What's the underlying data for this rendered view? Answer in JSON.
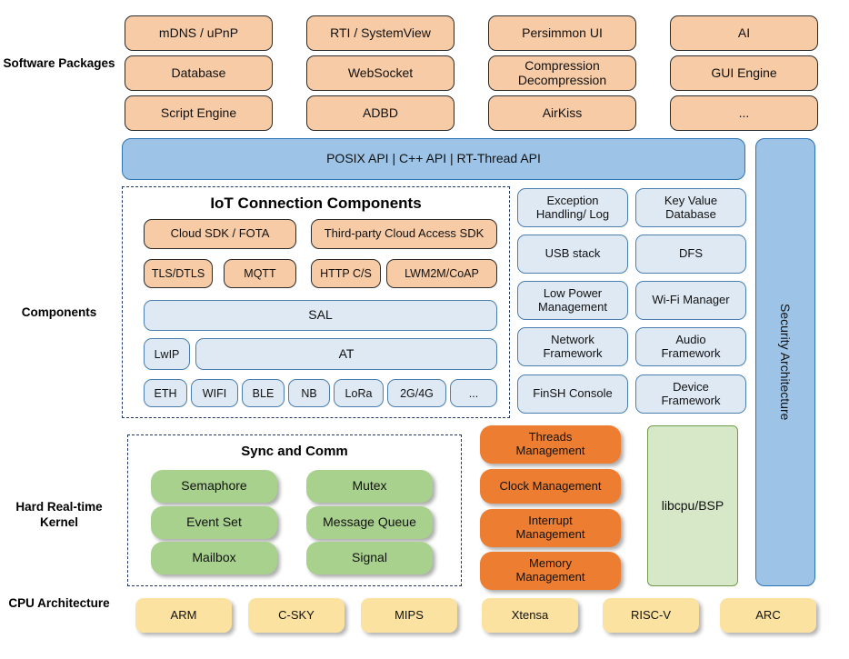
{
  "rows": {
    "software_packages": "Software\nPackages",
    "components": "Components",
    "kernel": "Hard Real-time\nKernel",
    "cpu": "CPU\nArchitecture"
  },
  "software_packages": {
    "columns": [
      [
        "mDNS / uPnP",
        "Database",
        "Script Engine"
      ],
      [
        "RTI / SystemView",
        "WebSocket",
        "ADBD"
      ],
      [
        "Persimmon UI",
        "Compression\nDecompression",
        "AirKiss"
      ],
      [
        "AI",
        "GUI Engine",
        "..."
      ]
    ]
  },
  "api_bar": {
    "label": "POSIX API  |  C++ API  |  RT-Thread API"
  },
  "security": {
    "label": "Security Architecture"
  },
  "iot": {
    "title": "IoT Connection Components",
    "cloud_row": [
      "Cloud SDK / FOTA",
      "Third-party Cloud Access SDK"
    ],
    "protocol_row": [
      "TLS/DTLS",
      "MQTT",
      "HTTP C/S",
      "LWM2M/CoAP"
    ],
    "sal": "SAL",
    "lwip": "LwIP",
    "at": "AT",
    "links": [
      "ETH",
      "WIFI",
      "BLE",
      "NB",
      "LoRa",
      "2G/4G",
      "..."
    ]
  },
  "components_right": {
    "left_col": [
      "Exception\nHandling/ Log",
      "USB stack",
      "Low Power\nManagement",
      "Network\nFramework",
      "FinSH Console"
    ],
    "right_col": [
      "Key Value\nDatabase",
      "DFS",
      "Wi-Fi Manager",
      "Audio\nFramework",
      "Device\nFramework"
    ]
  },
  "kernel": {
    "sync_title": "Sync and Comm",
    "sync_left": [
      "Semaphore",
      "Event Set",
      "Mailbox"
    ],
    "sync_right": [
      "Mutex",
      "Message Queue",
      "Signal"
    ],
    "management": [
      "Threads\nManagement",
      "Clock Management",
      "Interrupt\nManagement",
      "Memory\nManagement"
    ],
    "libcpu": "libcpu/BSP"
  },
  "cpu_architecture": {
    "items": [
      "ARM",
      "C-SKY",
      "MIPS",
      "Xtensa",
      "RISC-V",
      "ARC"
    ]
  },
  "colors": {
    "peach": "#F7CBA6",
    "api_blue": "#9DC3E6",
    "light_blue": "#DEE9F4",
    "green": "#A9D18E",
    "orange": "#ED7D31",
    "libcpu_green": "#D7E8C8",
    "yellow": "#FBE2A0",
    "dash_border": "#1F3864"
  }
}
